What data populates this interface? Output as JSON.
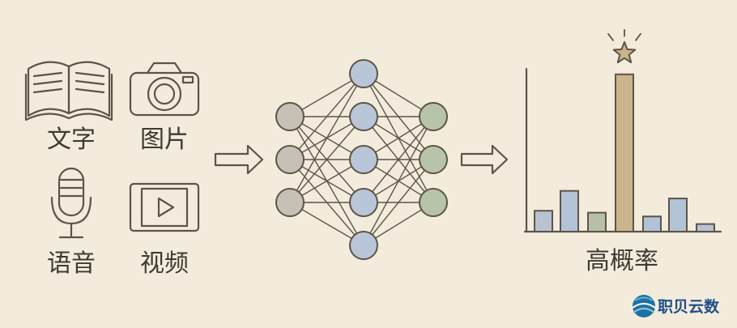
{
  "inputs": {
    "text_label": "文字",
    "image_label": "图片",
    "audio_label": "语音",
    "video_label": "视频"
  },
  "network": {
    "layers": [
      3,
      5,
      3
    ]
  },
  "chart_data": {
    "type": "bar",
    "values": [
      2.2,
      4.3,
      2.0,
      16.6,
      1.6,
      3.5,
      0.8
    ],
    "highlight_index": 3,
    "marker": "star",
    "label": "高概率",
    "colors": [
      "#b9c2d2",
      "#b3c3d6",
      "#b6c0a8",
      "#c9b48c",
      "#b3c3d6",
      "#b3c3d6",
      "#b9c2d2"
    ]
  },
  "logo": {
    "text": "职贝云数"
  },
  "colors": {
    "background": "#f3ecdc",
    "ink": "#5d5448",
    "arrow": "#9a9082"
  }
}
